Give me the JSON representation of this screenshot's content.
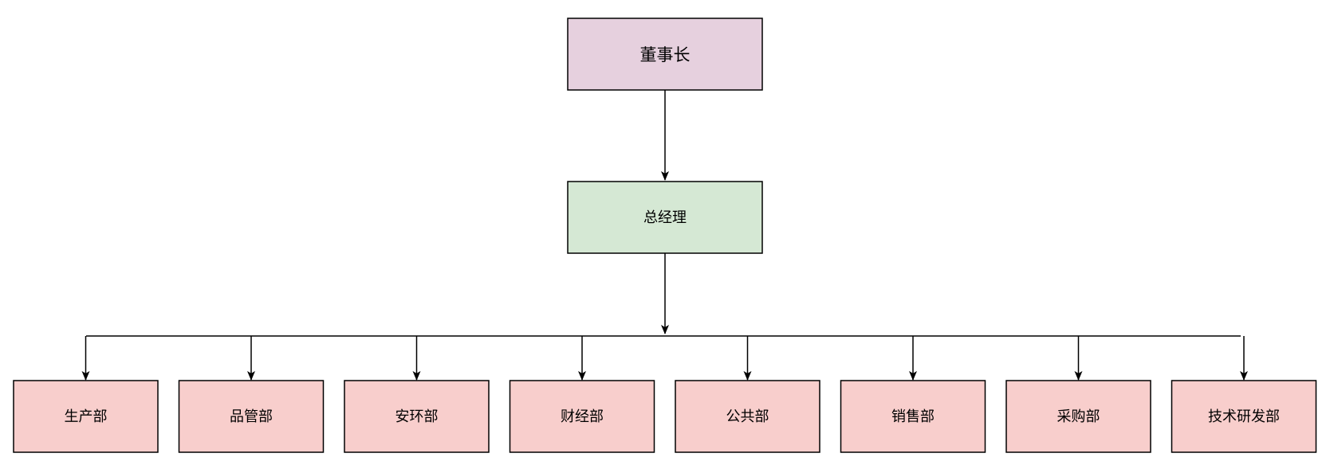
{
  "diagram": {
    "chairman": {
      "label": "董事长",
      "fill": "#e6d0de"
    },
    "general_manager": {
      "label": "总经理",
      "fill": "#d5e8d4"
    },
    "departments": [
      {
        "label": "生产部"
      },
      {
        "label": "品管部"
      },
      {
        "label": "安环部"
      },
      {
        "label": "财经部"
      },
      {
        "label": "公共部"
      },
      {
        "label": "销售部"
      },
      {
        "label": "采购部"
      },
      {
        "label": "技术研发部"
      }
    ],
    "department_fill": "#f8cecc",
    "border_color": "#000000",
    "connector_color": "#000000"
  }
}
